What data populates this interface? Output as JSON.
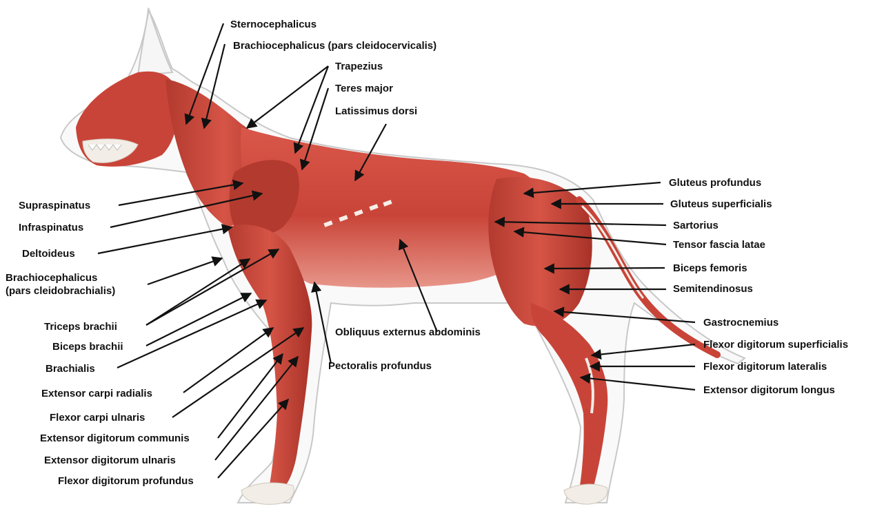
{
  "colors": {
    "muscle": "#c94438",
    "muscle_dark": "#a83228",
    "muscle_light": "#e07a6c",
    "skin_outline": "#c8c8c8",
    "bone": "#f2ede6",
    "leader_line": "#111111",
    "label_text": "#111111"
  },
  "labels": {
    "sternocephalicus": "Sternocephalicus",
    "brachiocephalicus_cervicalis": "Brachiocephalicus (pars cleidocervicalis)",
    "trapezius": "Trapezius",
    "teres_major": "Teres major",
    "latissimus_dorsi": "Latissimus dorsi",
    "supraspinatus": "Supraspinatus",
    "infraspinatus": "Infraspinatus",
    "deltoideus": "Deltoideus",
    "brachiocephalicus_brachialis_line1": "Brachiocephalicus",
    "brachiocephalicus_brachialis_line2": "(pars cleidobrachialis)",
    "triceps_brachii": "Triceps brachii",
    "biceps_brachii": "Biceps brachii",
    "brachialis": "Brachialis",
    "extensor_carpi_radialis": "Extensor carpi radialis",
    "flexor_carpi_ulnaris": "Flexor carpi ulnaris",
    "extensor_digitorum_communis": "Extensor digitorum communis",
    "extensor_digitorum_ulnaris": "Extensor digitorum ulnaris",
    "flexor_digitorum_profundus": "Flexor digitorum profundus",
    "obliquus_externus_abdominis": "Obliquus externus abdominis",
    "pectoralis_profundus": "Pectoralis profundus",
    "gluteus_profundus": "Gluteus profundus",
    "gluteus_superficialis": "Gluteus superficialis",
    "sartorius": "Sartorius",
    "tensor_fascia_latae": "Tensor fascia latae",
    "biceps_femoris": "Biceps femoris",
    "semitendinosus": "Semitendinosus",
    "gastrocnemius": "Gastrocnemius",
    "flexor_digitorum_superficialis": "Flexor digitorum superficialis",
    "flexor_digitorum_lateralis": "Flexor digitorum lateralis",
    "extensor_digitorum_longus": "Extensor digitorum longus"
  }
}
